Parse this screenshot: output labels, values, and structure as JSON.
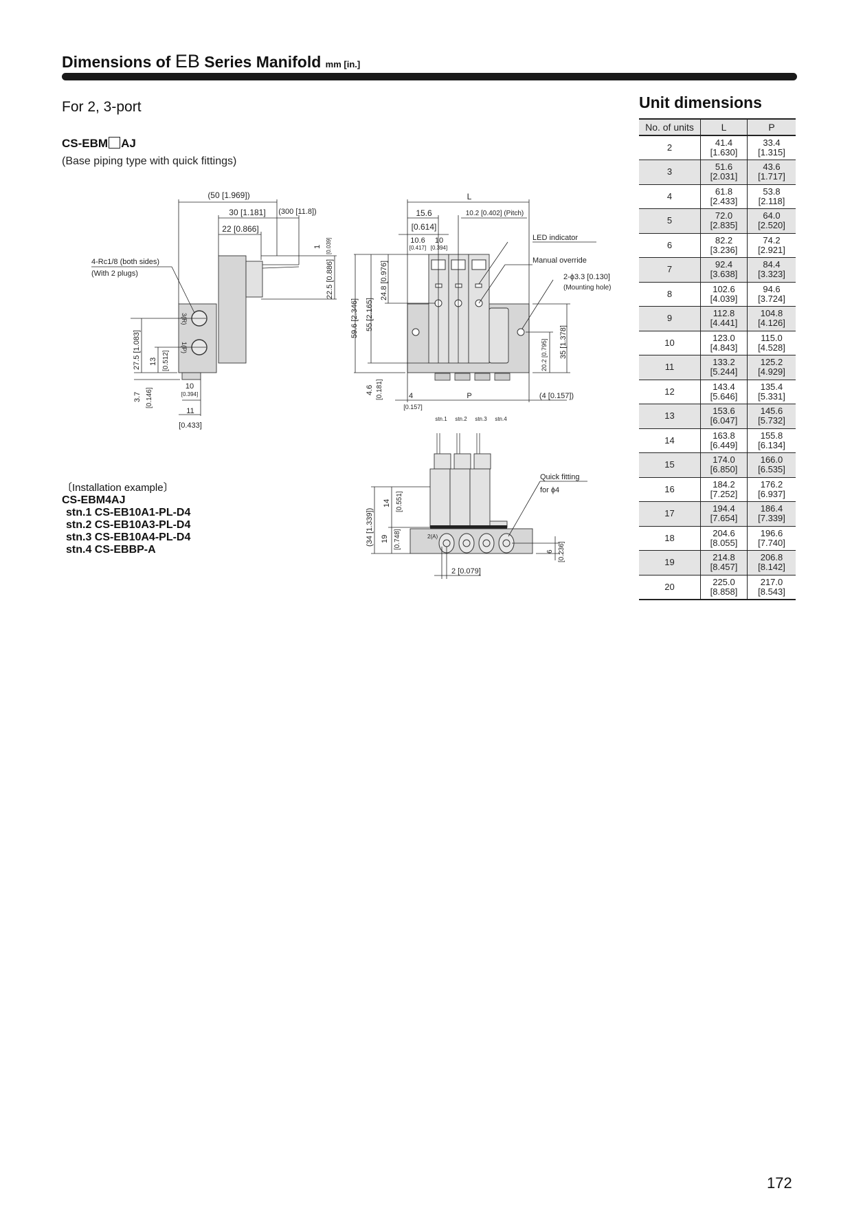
{
  "header": {
    "title_prefix": "Dimensions of ",
    "title_series": "EB",
    "title_suffix": " Series Manifold ",
    "title_unit": "mm [in.]"
  },
  "section": {
    "subheading": "For 2, 3-port",
    "model_prefix": "CS-EBM",
    "model_suffix": "AJ",
    "model_description": "(Base piping type with quick fittings)"
  },
  "side_view": {
    "dim_50": "(50 [1.969])",
    "dim_30": "30 [1.181]",
    "dim_300": "(300 [11.8])",
    "dim_22": "22 [0.866]",
    "dim_1": "1",
    "dim_1_in": "[0.039]",
    "dim_22_5": "22.5 [0.886]",
    "port_note_1": "4-Rc1/8 (both sides)",
    "port_note_2": "(With 2 plugs)",
    "port_3r": "3(R)",
    "port_1p": "1(P)",
    "dim_27_5": "27.5 [1.083]",
    "dim_13": "13",
    "dim_13_in": "[0.512]",
    "dim_3_7": "3.7",
    "dim_3_7_in": "[0.146]",
    "dim_10": "10",
    "dim_10_in": "[0.394]",
    "dim_11": "11",
    "dim_11_in": "[0.433]"
  },
  "front_view": {
    "dim_L": "L",
    "dim_15_6": "15.6",
    "dim_15_6_in": "[0.614]",
    "dim_pitch": "10.2 [0.402] (Pitch)",
    "dim_10_6": "10.6",
    "dim_10_6_in": "[0.417]",
    "dim_10": "10",
    "dim_10_in": "[0.394]",
    "led_indicator": "LED indicator",
    "manual_override": "Manual override",
    "mounting_hole_size": "2-ϕ3.3 [0.130]",
    "mounting_hole": "(Mounting hole)",
    "dim_59_6": "59.6 [2.346]",
    "dim_55": "55 [2.165]",
    "dim_24_8": "24.8 [0.976]",
    "dim_35": "35 [1.378]",
    "dim_20_2": "20.2 [0.795]",
    "dim_4_6": "4.6",
    "dim_4_6_in": "[0.181]",
    "dim_4": "4",
    "dim_4_in": "[0.157]",
    "dim_P": "P",
    "dim_4_right": "(4 [0.157])",
    "stations": [
      "stn.1",
      "stn.2",
      "stn.3",
      "stn.4"
    ]
  },
  "top_view": {
    "quick_fitting": "Quick fitting",
    "quick_fitting_size": "for ϕ4",
    "port_2a": "2(A)",
    "dim_34": "(34 [1.339])",
    "dim_14": "14",
    "dim_14_in": "[0.551]",
    "dim_19": "19",
    "dim_19_in": "[0.748]",
    "dim_6": "6",
    "dim_6_in": "[0.236]",
    "dim_2": "2 [0.079]"
  },
  "installation": {
    "heading": "〔Installation example〕",
    "model": "CS-EBM4AJ",
    "stations": [
      "stn.1  CS-EB10A1-PL-D4",
      "stn.2  CS-EB10A3-PL-D4",
      "stn.3  CS-EB10A4-PL-D4",
      "stn.4  CS-EBBP-A"
    ]
  },
  "unit_dimensions": {
    "title": "Unit dimensions",
    "columns": [
      "No. of units",
      "L",
      "P"
    ],
    "rows": [
      [
        "2",
        "41.4",
        "[1.630]",
        "33.4",
        "[1.315]"
      ],
      [
        "3",
        "51.6",
        "[2.031]",
        "43.6",
        "[1.717]"
      ],
      [
        "4",
        "61.8",
        "[2.433]",
        "53.8",
        "[2.118]"
      ],
      [
        "5",
        "72.0",
        "[2.835]",
        "64.0",
        "[2.520]"
      ],
      [
        "6",
        "82.2",
        "[3.236]",
        "74.2",
        "[2.921]"
      ],
      [
        "7",
        "92.4",
        "[3.638]",
        "84.4",
        "[3.323]"
      ],
      [
        "8",
        "102.6",
        "[4.039]",
        "94.6",
        "[3.724]"
      ],
      [
        "9",
        "112.8",
        "[4.441]",
        "104.8",
        "[4.126]"
      ],
      [
        "10",
        "123.0",
        "[4.843]",
        "115.0",
        "[4.528]"
      ],
      [
        "11",
        "133.2",
        "[5.244]",
        "125.2",
        "[4.929]"
      ],
      [
        "12",
        "143.4",
        "[5.646]",
        "135.4",
        "[5.331]"
      ],
      [
        "13",
        "153.6",
        "[6.047]",
        "145.6",
        "[5.732]"
      ],
      [
        "14",
        "163.8",
        "[6.449]",
        "155.8",
        "[6.134]"
      ],
      [
        "15",
        "174.0",
        "[6.850]",
        "166.0",
        "[6.535]"
      ],
      [
        "16",
        "184.2",
        "[7.252]",
        "176.2",
        "[6.937]"
      ],
      [
        "17",
        "194.4",
        "[7.654]",
        "186.4",
        "[7.339]"
      ],
      [
        "18",
        "204.6",
        "[8.055]",
        "196.6",
        "[7.740]"
      ],
      [
        "19",
        "214.8",
        "[8.457]",
        "206.8",
        "[8.142]"
      ],
      [
        "20",
        "225.0",
        "[8.858]",
        "217.0",
        "[8.543]"
      ]
    ]
  },
  "page_number": "172"
}
